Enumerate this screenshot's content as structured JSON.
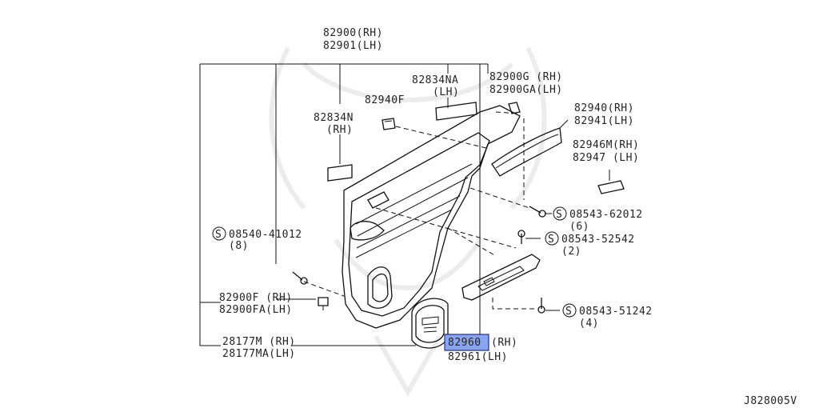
{
  "diagram": {
    "code": "J828005V",
    "labels": {
      "trim_main": [
        "82900(RH)",
        "82901(LH)"
      ],
      "pad_na": [
        "82834NA",
        "(LH)"
      ],
      "grip_g": [
        "82900G (RH)",
        "82900GA(LH)"
      ],
      "clip_f": "82940F",
      "pad_n": [
        "82834N",
        "(RH)"
      ],
      "armrest": [
        "82940(RH)",
        "82941(LH)"
      ],
      "pad_m": [
        "82946M(RH)",
        "82947 (LH)"
      ],
      "screw_62012": [
        "08543-62012",
        "(6)"
      ],
      "screw_41012": [
        "08540-41012",
        "(8)"
      ],
      "screw_52542": [
        "08543-52542",
        "(2)"
      ],
      "clip_fa": [
        "82900F (RH)",
        "82900FA(LH)"
      ],
      "screw_51242": [
        "08543-51242",
        "(4)"
      ],
      "speaker": [
        "28177M (RH)",
        "28177MA(LH)"
      ],
      "switch_bezel_hl": "82960",
      "switch_bezel_rh": "(RH)",
      "switch_bezel_lh": "82961(LH)",
      "s_mark": "S"
    }
  }
}
